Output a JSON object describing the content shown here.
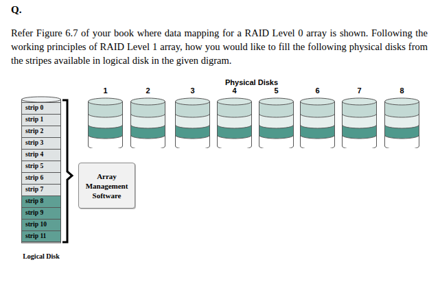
{
  "diagram": {
    "title": "Q.",
    "nodes": [
      {
        "text": [
          "Logical Disk"
        ]
      },
      {
        "text": [
          "strip 0"
        ],
        "in": 0
      },
      {
        "text": [
          "strip 1"
        ],
        "in": 0
      },
      {
        "text": [
          "strip 2"
        ],
        "in": 0
      },
      {
        "text": [
          "strip 3"
        ],
        "in": 0
      },
      {
        "text": [
          "strip 4"
        ],
        "in": 0
      },
      {
        "text": [
          "strip 5"
        ],
        "in": 0
      },
      {
        "text": [
          "strip 6"
        ],
        "in": 0
      },
      {
        "text": [
          "strip 7"
        ],
        "in": 0
      },
      {
        "text": [
          "strip 8"
        ],
        "in": 0
      },
      {
        "text": [
          "strip 9"
        ],
        "in": 0
      },
      {
        "text": [
          "strip 10"
        ],
        "in": 0
      },
      {
        "text": [
          "strip 11"
        ],
        "in": 0
      },
      {
        "text": [
          "Array Management Software"
        ]
      },
      {
        "text": [
          "1"
        ]
      },
      {
        "text": [
          "2"
        ]
      },
      {
        "text": [
          "3"
        ]
      },
      {
        "text": [
          "4"
        ]
      },
      {
        "text": [
          "5"
        ]
      },
      {
        "text": [
          "6"
        ]
      },
      {
        "text": [
          "7"
        ]
      },
      {
        "text": [
          "8"
        ]
      }
    ],
    "labels": [
      "Refer Figure 6.7 of your book where data mapping for a RAID Level 0 array is shown. Following the working principles of RAID Level 1 array, how you would like to fill the following physical disks from the stripes available in logical disk in the given digram.",
      "Physical Disks"
    ]
  }
}
